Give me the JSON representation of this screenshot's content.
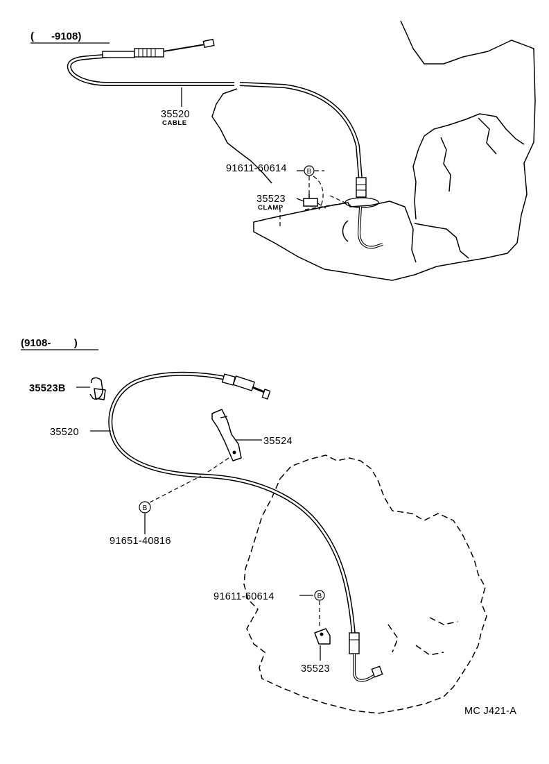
{
  "top_section": {
    "date_range": "(      -9108)",
    "labels": {
      "cable_part": "35520",
      "cable_name": "CABLE",
      "bolt_part": "91611-60614",
      "bolt_symbol": "B",
      "clamp_part": "35523",
      "clamp_name": "CLAMP"
    }
  },
  "bottom_section": {
    "date_range": "(9108-        )",
    "labels": {
      "clamp_b_part": "35523B",
      "cable_part": "35520",
      "bracket_part": "35524",
      "bolt_a_symbol": "B",
      "bolt_a_part": "91651-40816",
      "bolt_b_part": "91611-60614",
      "bolt_b_symbol": "B",
      "clamp_part": "35523"
    }
  },
  "figure_code": "MC J421-A"
}
